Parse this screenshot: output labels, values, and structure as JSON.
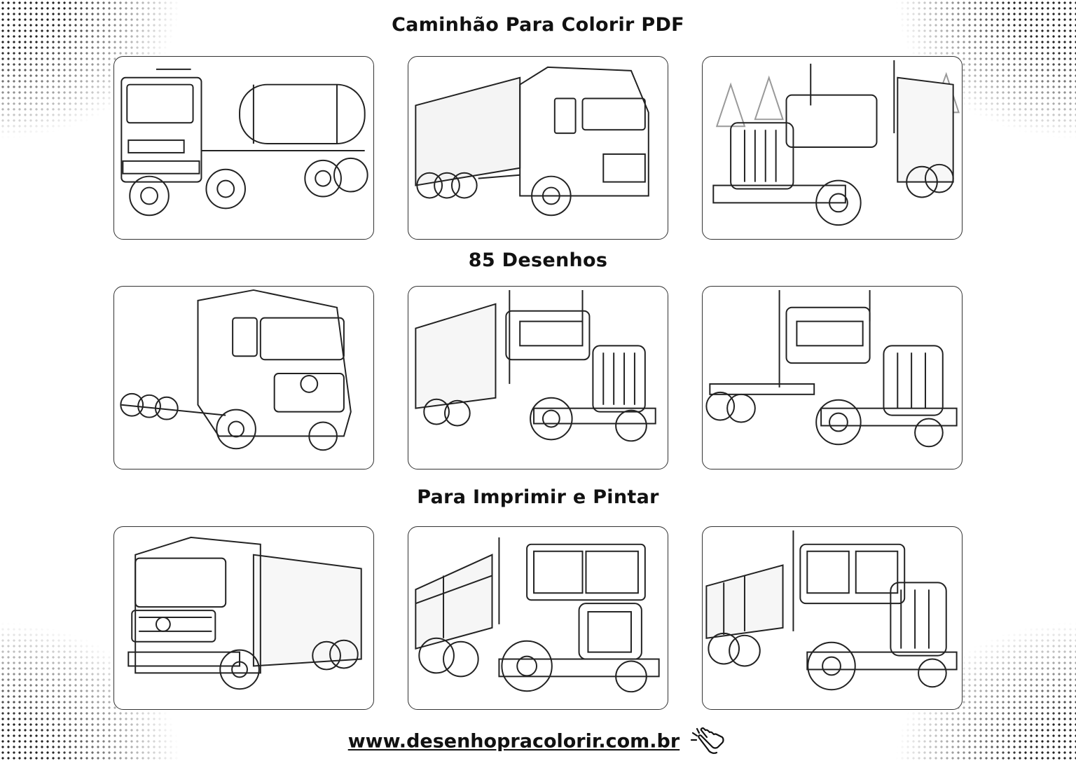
{
  "headings": {
    "title": "Caminhão Para Colorir PDF",
    "count": "85 Desenhos",
    "subtitle": "Para Imprimir e Pintar"
  },
  "cards": [
    {
      "name": "tanker-truck"
    },
    {
      "name": "box-trailer-truck"
    },
    {
      "name": "semi-truck-forest"
    },
    {
      "name": "tractor-unit"
    },
    {
      "name": "semi-truck-trailer"
    },
    {
      "name": "flatbed-semi"
    },
    {
      "name": "box-truck"
    },
    {
      "name": "dump-truck"
    },
    {
      "name": "flatbed-truck"
    }
  ],
  "footer": {
    "url": "www.desenhopracolorir.com.br",
    "icon": "pointing-hand-icon"
  }
}
